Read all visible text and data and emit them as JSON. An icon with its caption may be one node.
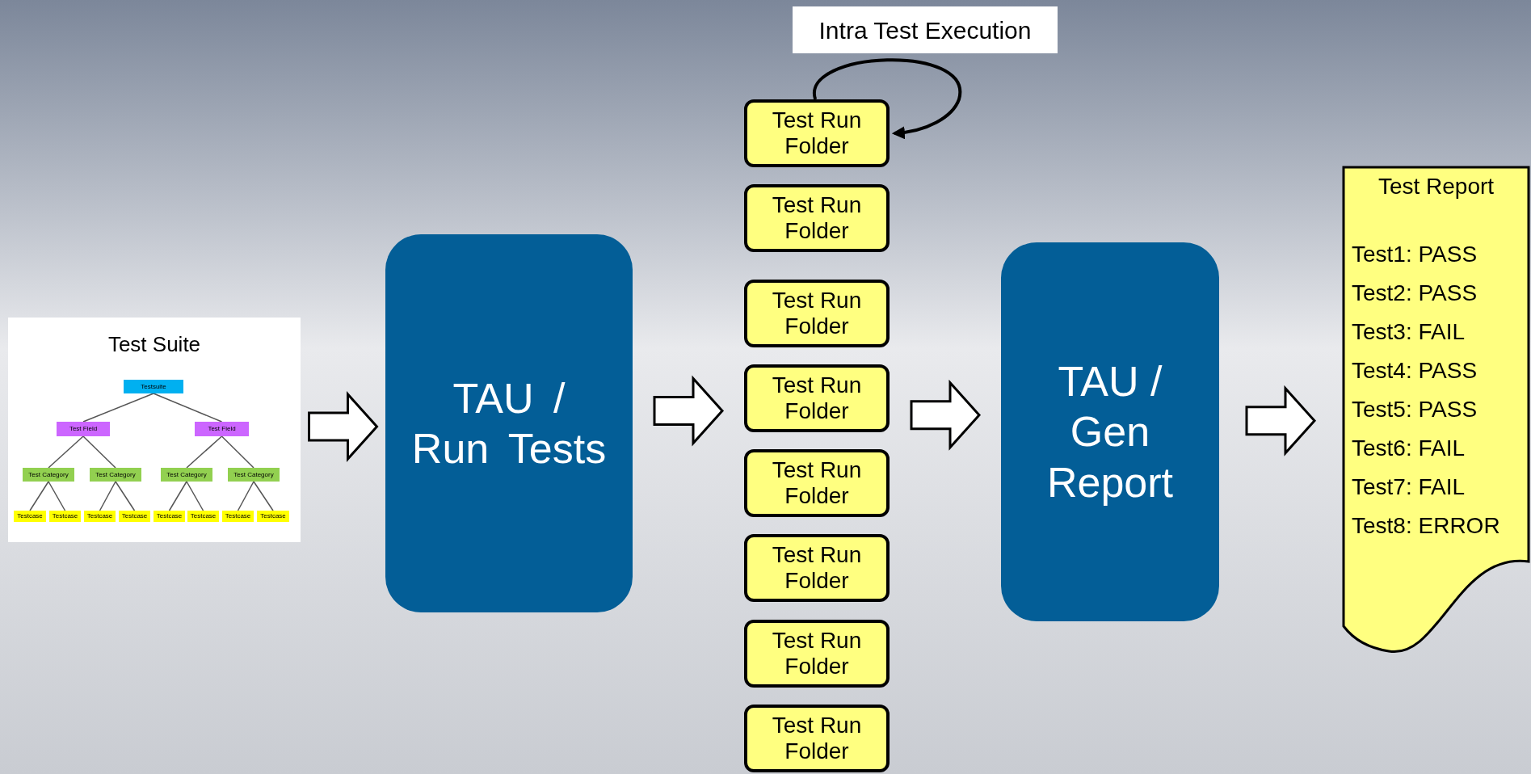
{
  "diagram": {
    "nodes": [
      {
        "text": [
          "Test Suite"
        ]
      },
      {
        "text": [
          "Testsuite"
        ],
        "in": 0
      },
      {
        "text": [
          "Test Field"
        ],
        "in": 0
      },
      {
        "text": [
          "Test Field"
        ],
        "in": 0
      },
      {
        "text": [
          "Test Category"
        ],
        "in": 0
      },
      {
        "text": [
          "Test Category"
        ],
        "in": 0
      },
      {
        "text": [
          "Test Category"
        ],
        "in": 0
      },
      {
        "text": [
          "Test Category"
        ],
        "in": 0
      },
      {
        "text": [
          "Testcase"
        ],
        "in": 0
      },
      {
        "text": [
          "Testcase"
        ],
        "in": 0
      },
      {
        "text": [
          "Testcase"
        ],
        "in": 0
      },
      {
        "text": [
          "Testcase"
        ],
        "in": 0
      },
      {
        "text": [
          "Testcase"
        ],
        "in": 0
      },
      {
        "text": [
          "Testcase"
        ],
        "in": 0
      },
      {
        "text": [
          "Testcase"
        ],
        "in": 0
      },
      {
        "text": [
          "Testcase"
        ],
        "in": 0
      },
      {
        "text": [
          "TAU / Run Tests"
        ]
      },
      {
        "text": [
          "Test Run Folder"
        ]
      },
      {
        "text": [
          "Test Run Folder"
        ]
      },
      {
        "text": [
          "Test Run Folder"
        ]
      },
      {
        "text": [
          "Test Run Folder"
        ]
      },
      {
        "text": [
          "Test Run Folder"
        ]
      },
      {
        "text": [
          "Test Run Folder"
        ]
      },
      {
        "text": [
          "Test Run Folder"
        ]
      },
      {
        "text": [
          "Test Run Folder"
        ]
      },
      {
        "text": [
          "TAU / Gen Report"
        ]
      },
      {
        "text": [
          "Test Report",
          "Test1: PASS",
          "Test2: PASS",
          "Test3: FAIL",
          "Test4: PASS",
          "Test5: PASS",
          "Test6: FAIL",
          "Test7: FAIL",
          "Test8: ERROR"
        ]
      },
      {
        "text": [
          "Intra Test Execution"
        ]
      }
    ],
    "edges": [
      {
        "from": 1,
        "to": 2,
        "arrow": "none"
      },
      {
        "from": 1,
        "to": 3,
        "arrow": "none"
      },
      {
        "from": 2,
        "to": 4,
        "arrow": "none"
      },
      {
        "from": 2,
        "to": 5,
        "arrow": "none"
      },
      {
        "from": 3,
        "to": 6,
        "arrow": "none"
      },
      {
        "from": 3,
        "to": 7,
        "arrow": "none"
      },
      {
        "from": 4,
        "to": 8,
        "arrow": "none"
      },
      {
        "from": 4,
        "to": 9,
        "arrow": "none"
      },
      {
        "from": 5,
        "to": 10,
        "arrow": "none"
      },
      {
        "from": 5,
        "to": 11,
        "arrow": "none"
      },
      {
        "from": 6,
        "to": 12,
        "arrow": "none"
      },
      {
        "from": 6,
        "to": 13,
        "arrow": "none"
      },
      {
        "from": 7,
        "to": 14,
        "arrow": "none"
      },
      {
        "from": 7,
        "to": 15,
        "arrow": "none"
      },
      {
        "from": 0,
        "to": 16,
        "arrow": "to",
        "style": "thick"
      },
      {
        "from": 16,
        "to": 20,
        "arrow": "to",
        "style": "thick"
      },
      {
        "from": 20,
        "to": 25,
        "arrow": "to",
        "style": "thick"
      },
      {
        "from": 25,
        "to": 26,
        "arrow": "to",
        "style": "thick"
      },
      {
        "from": 17,
        "to": 17,
        "arrow": "to"
      }
    ]
  }
}
